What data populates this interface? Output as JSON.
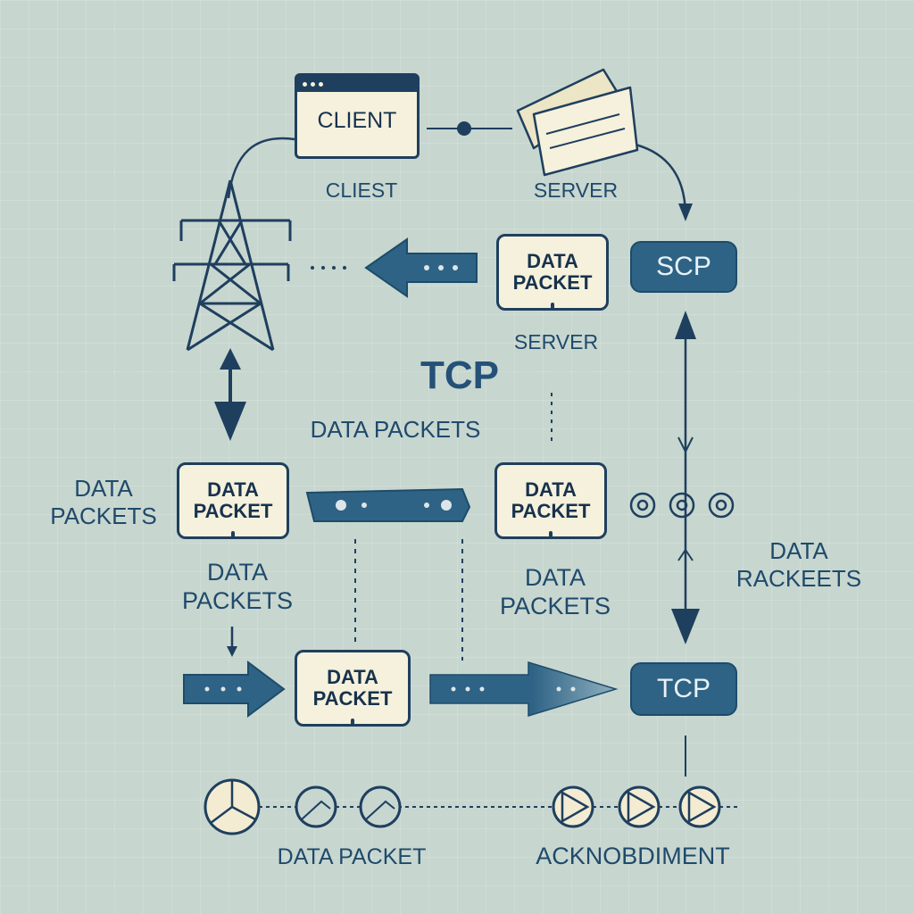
{
  "nodes": {
    "client_window": "CLIENT",
    "data_packet_right": "DATA\nPACKET",
    "data_packet_left": "DATA\nPACKET",
    "data_packet_middle": "DATA\nPACKET",
    "data_packet_bottom": "DATA\nPACKET",
    "scp_box": "SCP",
    "tcp_box": "TCP"
  },
  "labels": {
    "client": "CLIEST",
    "server_top": "SERVER",
    "server_mid": "SERVER",
    "tcp_title": "TCP",
    "data_packets_center": "DATA PACKETS",
    "data_packets_left": "DATA\nPACKETS",
    "data_packets_under_left": "DATA\nPACKETS",
    "data_packets_under_right": "DATA\nPACKETS",
    "data_rackeets": "DATA\nRACKEETS",
    "data_packet_bottom": "DATA PACKET",
    "acknowledgment": "ACKNOBDIMENT"
  },
  "colors": {
    "background": "#c7d6cf",
    "ink": "#1f3f5e",
    "card_fill": "#f6f1dc",
    "pill_fill": "#2e6385",
    "label_text": "#1f4a6b"
  },
  "icons": {
    "tower": "transmission-tower-icon",
    "server": "server-documents-icon",
    "browser": "browser-window-icon"
  }
}
